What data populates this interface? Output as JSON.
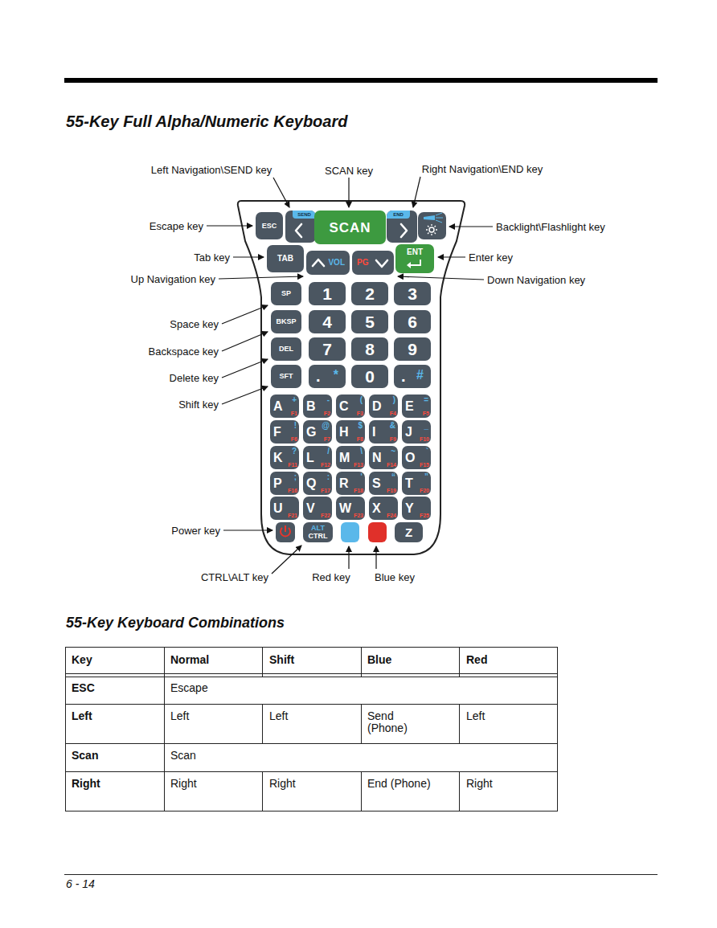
{
  "diagram": {
    "title": "55-Key Full Alpha/Numeric Keyboard",
    "nodes": [
      {
        "text": [
          "ESC"
        ]
      },
      {
        "text": [
          "SEND"
        ]
      },
      {
        "text": [
          "SCAN"
        ]
      },
      {
        "text": [
          "END"
        ]
      },
      {
        "text": [
          "TAB"
        ]
      },
      {
        "text": [
          "VOL"
        ]
      },
      {
        "text": [
          "PG"
        ]
      },
      {
        "text": [
          "ENT"
        ]
      },
      {
        "text": [
          "SP"
        ]
      },
      {
        "text": [
          "1"
        ]
      },
      {
        "text": [
          "2"
        ]
      },
      {
        "text": [
          "3"
        ]
      },
      {
        "text": [
          "BKSP"
        ]
      },
      {
        "text": [
          "4"
        ]
      },
      {
        "text": [
          "5"
        ]
      },
      {
        "text": [
          "6"
        ]
      },
      {
        "text": [
          "DEL"
        ]
      },
      {
        "text": [
          "7"
        ]
      },
      {
        "text": [
          "8"
        ]
      },
      {
        "text": [
          "9"
        ]
      },
      {
        "text": [
          "SFT"
        ]
      },
      {
        "text": [
          ".",
          "*"
        ]
      },
      {
        "text": [
          "0"
        ]
      },
      {
        "text": [
          ".",
          "#"
        ]
      },
      {
        "text": [
          "A",
          "+",
          "F1"
        ]
      },
      {
        "text": [
          "B",
          "-",
          "F2"
        ]
      },
      {
        "text": [
          "C",
          "(",
          "F3"
        ]
      },
      {
        "text": [
          "D",
          ")",
          "F4"
        ]
      },
      {
        "text": [
          "E",
          "=",
          "F5"
        ]
      },
      {
        "text": [
          "F",
          "!",
          "F6"
        ]
      },
      {
        "text": [
          "G",
          "@",
          "F7"
        ]
      },
      {
        "text": [
          "H",
          "$",
          "F8"
        ]
      },
      {
        "text": [
          "I",
          "&",
          "F9"
        ]
      },
      {
        "text": [
          "J",
          "_",
          "F10"
        ]
      },
      {
        "text": [
          "K",
          "?",
          "F11"
        ]
      },
      {
        "text": [
          "L",
          "/",
          "F12"
        ]
      },
      {
        "text": [
          "M",
          "\\",
          "F13"
        ]
      },
      {
        "text": [
          "N",
          "~",
          "F14"
        ]
      },
      {
        "text": [
          "O",
          "`",
          "F15"
        ]
      },
      {
        "text": [
          "P",
          ";",
          "F16"
        ]
      },
      {
        "text": [
          "Q",
          ":",
          "F17"
        ]
      },
      {
        "text": [
          "R",
          "'",
          "F18"
        ]
      },
      {
        "text": [
          "S",
          "“",
          "F19"
        ]
      },
      {
        "text": [
          "T",
          "”",
          "F20"
        ]
      },
      {
        "text": [
          "U",
          "F21"
        ]
      },
      {
        "text": [
          "V",
          "F22"
        ]
      },
      {
        "text": [
          "W",
          "F23"
        ]
      },
      {
        "text": [
          "X",
          "F24"
        ]
      },
      {
        "text": [
          "Y",
          "F25"
        ]
      },
      {
        "text": [
          "ALT",
          "CTRL"
        ]
      },
      {
        "text": [
          "Z"
        ]
      }
    ],
    "labels": [
      "Left Navigation\\SEND key",
      "SCAN key",
      "Right Navigation\\END key",
      "Escape key",
      "Backlight\\Flashlight key",
      "Tab key",
      "Enter key",
      "Up Navigation key",
      "Down Navigation key",
      "Space key",
      "Backspace key",
      "Delete key",
      "Shift key",
      "Power key",
      "CTRL\\ALT key",
      "Red key",
      "Blue key",
      "55-Key Keyboard Combinations",
      "Key",
      "Normal",
      "Shift",
      "Blue",
      "Red",
      "ESC",
      "Escape",
      "Left",
      "Left",
      "Left",
      "Send (Phone)",
      "Left",
      "Scan",
      "Scan",
      "Right",
      "Right",
      "Right",
      "End (Phone)",
      "Right",
      "6 - 14"
    ]
  }
}
